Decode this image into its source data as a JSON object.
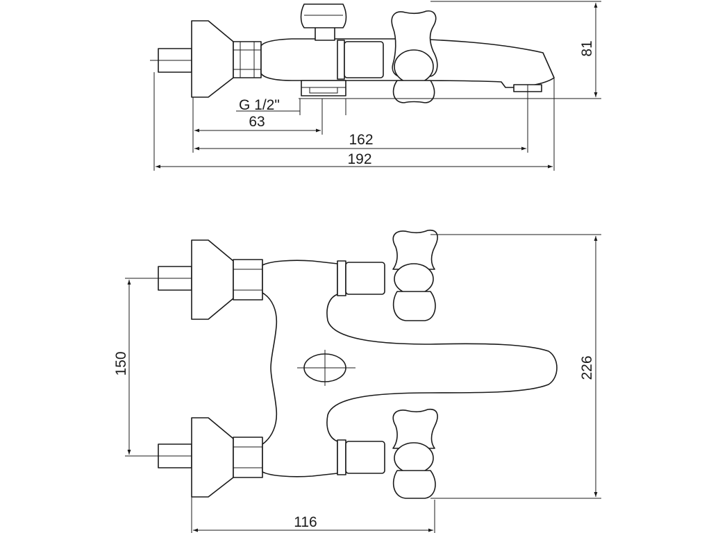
{
  "side_view": {
    "labels": {
      "thread": "G 1/2\"",
      "d63": "63",
      "d162": "162",
      "d192": "192",
      "d81": "81"
    }
  },
  "top_view": {
    "labels": {
      "d150": "150",
      "d226": "226",
      "d116": "116"
    }
  }
}
